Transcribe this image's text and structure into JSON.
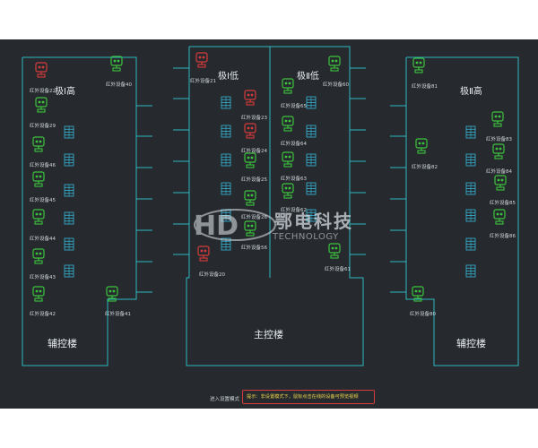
{
  "areas": {
    "pole1_high_left": "极Ⅰ高",
    "pole1_low": "极Ⅰ低",
    "pole2_low": "极Ⅱ低",
    "pole1_high_right": "极Ⅱ高"
  },
  "buildings": {
    "aux_left": "辅控楼",
    "main": "主控楼",
    "aux_right": "辅控楼"
  },
  "devices": [
    {
      "label": "红外设备22",
      "status": "alarm"
    },
    {
      "label": "红外设备40",
      "status": "normal"
    },
    {
      "label": "红外设备29",
      "status": "normal"
    },
    {
      "label": "红外设备46",
      "status": "normal"
    },
    {
      "label": "红外设备45",
      "status": "normal"
    },
    {
      "label": "红外设备44",
      "status": "normal"
    },
    {
      "label": "红外设备43",
      "status": "normal"
    },
    {
      "label": "红外设备42",
      "status": "normal"
    },
    {
      "label": "红外设备41",
      "status": "normal"
    },
    {
      "label": "红外设备21",
      "status": "alarm"
    },
    {
      "label": "红外设备23",
      "status": "alarm"
    },
    {
      "label": "红外设备24",
      "status": "alarm"
    },
    {
      "label": "红外设备25",
      "status": "normal"
    },
    {
      "label": "红外设备26",
      "status": "normal"
    },
    {
      "label": "红外设备56",
      "status": "normal"
    },
    {
      "label": "红外设备20",
      "status": "alarm"
    },
    {
      "label": "红外设备60",
      "status": "normal"
    },
    {
      "label": "红外设备65",
      "status": "normal"
    },
    {
      "label": "红外设备64",
      "status": "normal"
    },
    {
      "label": "红外设备63",
      "status": "normal"
    },
    {
      "label": "红外设备62",
      "status": "normal"
    },
    {
      "label": "红外设备61",
      "status": "normal"
    },
    {
      "label": "红外设备81",
      "status": "normal"
    },
    {
      "label": "红外设备83",
      "status": "normal"
    },
    {
      "label": "红外设备82",
      "status": "normal"
    },
    {
      "label": "红外设备84",
      "status": "normal"
    },
    {
      "label": "红外设备85",
      "status": "normal"
    },
    {
      "label": "红外设备86",
      "status": "normal"
    },
    {
      "label": "红外设备80",
      "status": "normal"
    }
  ],
  "footer": {
    "mode_label": "进入设置模式",
    "tip": "提示：非设置模式下，鼠标点击在线的设备可预览视频"
  },
  "watermark": {
    "company_cn": "鄂电科技",
    "company_en": "TECHNOLOGY"
  },
  "colors": {
    "background": "#262a2f",
    "outline": "#2fb7bf",
    "device_normal": "#3cc43c",
    "device_alarm": "#d83a3a",
    "valve": "#35b8d8",
    "tip_border": "#d43a3a",
    "tip_text": "#f0d64c"
  }
}
